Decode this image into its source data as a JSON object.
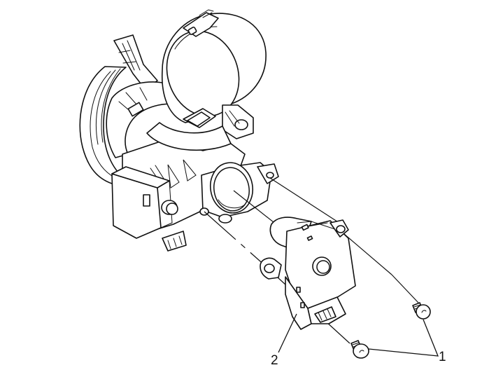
{
  "diagram": {
    "type": "exploded-view line drawing",
    "subject": "ignition switch / lock cylinder housing assembly with switch module and fasteners",
    "background_color": "#ffffff",
    "line_color": "#111111",
    "callouts": [
      {
        "id": "1",
        "label": "1",
        "points_to": "two screws (fasteners)"
      },
      {
        "id": "2",
        "label": "2",
        "points_to": "ignition switch module"
      }
    ]
  }
}
